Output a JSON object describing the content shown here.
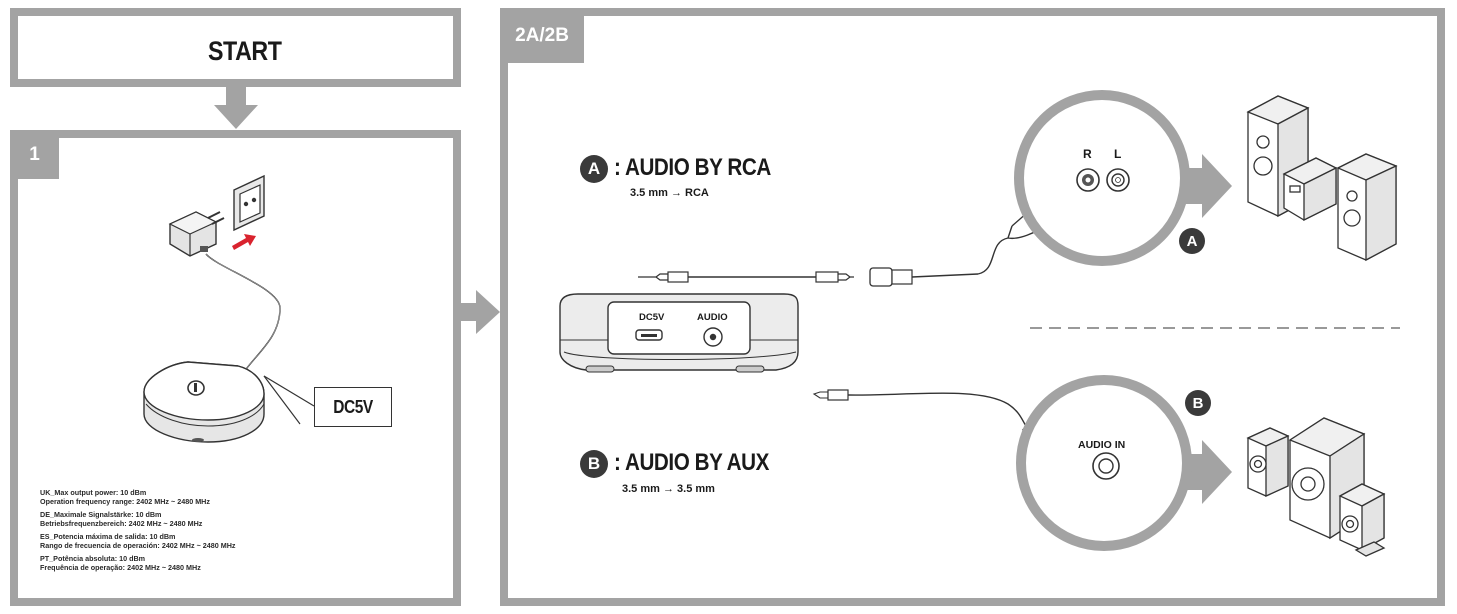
{
  "start": {
    "label": "START"
  },
  "step1": {
    "tag": "1",
    "dc_label": "DC5V",
    "specs": [
      {
        "line1": "UK_Max output power: 10 dBm",
        "line2": "Operation frequency range: 2402 MHz ~ 2480 MHz"
      },
      {
        "line1": "DE_Maximale Signalstärke: 10 dBm",
        "line2": "Betriebsfrequenzbereich: 2402 MHz ~ 2480 MHz"
      },
      {
        "line1": "ES_Potencia máxima de salida: 10 dBm",
        "line2": "Rango de frecuencia de operación: 2402 MHz ~ 2480 MHz"
      },
      {
        "line1": "PT_Potência absoluta: 10 dBm",
        "line2": "Frequência de operação: 2402 MHz ~ 2480 MHz"
      }
    ]
  },
  "step2": {
    "tag": "2A/2B",
    "option_a": {
      "badge": "A",
      "title": ": AUDIO BY RCA",
      "subtitle": "3.5 mm → RCA"
    },
    "option_b": {
      "badge": "B",
      "title": ": AUDIO BY AUX",
      "subtitle": "3.5 mm → 3.5 mm"
    },
    "device": {
      "port_dc": "DC5V",
      "port_audio": "AUDIO"
    },
    "rca_circle": {
      "right": "R",
      "left": "L",
      "badge": "A"
    },
    "aux_circle": {
      "label": "AUDIO IN",
      "badge": "B"
    }
  }
}
